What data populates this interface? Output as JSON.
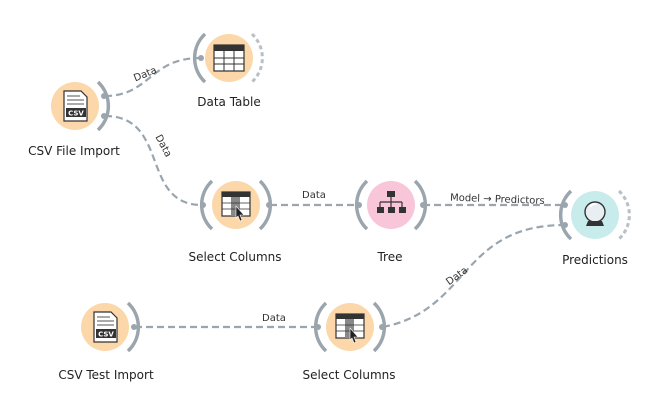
{
  "nodes": [
    {
      "id": "csv_file_import",
      "label": "CSV File Import",
      "icon": "csv-icon",
      "color": "#fbd7a9"
    },
    {
      "id": "data_table",
      "label": "Data Table",
      "icon": "table-icon",
      "color": "#fbd7a9"
    },
    {
      "id": "select_columns_1",
      "label": "Select Columns",
      "icon": "select-columns-icon",
      "color": "#fbd7a9"
    },
    {
      "id": "tree",
      "label": "Tree",
      "icon": "tree-icon",
      "color": "#f8c5d9"
    },
    {
      "id": "predictions",
      "label": "Predictions",
      "icon": "crystal-ball-icon",
      "color": "#c8ecec"
    },
    {
      "id": "csv_test_import",
      "label": "CSV Test Import",
      "icon": "csv-icon",
      "color": "#fbd7a9"
    },
    {
      "id": "select_columns_2",
      "label": "Select Columns",
      "icon": "select-columns-icon",
      "color": "#fbd7a9"
    }
  ],
  "links": [
    {
      "from": "csv_file_import",
      "to": "data_table",
      "label": "Data"
    },
    {
      "from": "csv_file_import",
      "to": "select_columns_1",
      "label": "Data"
    },
    {
      "from": "select_columns_1",
      "to": "tree",
      "label": "Data"
    },
    {
      "from": "tree",
      "to": "predictions",
      "label": "Model → Predictors"
    },
    {
      "from": "csv_test_import",
      "to": "select_columns_2",
      "label": "Data"
    },
    {
      "from": "select_columns_2",
      "to": "predictions",
      "label": "Data"
    }
  ],
  "icon_text": {
    "csv": "CSV"
  },
  "colors": {
    "wire": "#9aa5ad",
    "arc": "#9aa5ad",
    "orange": "#fbd7a9",
    "pink": "#f8c5d9",
    "cyan": "#c8ecec"
  }
}
